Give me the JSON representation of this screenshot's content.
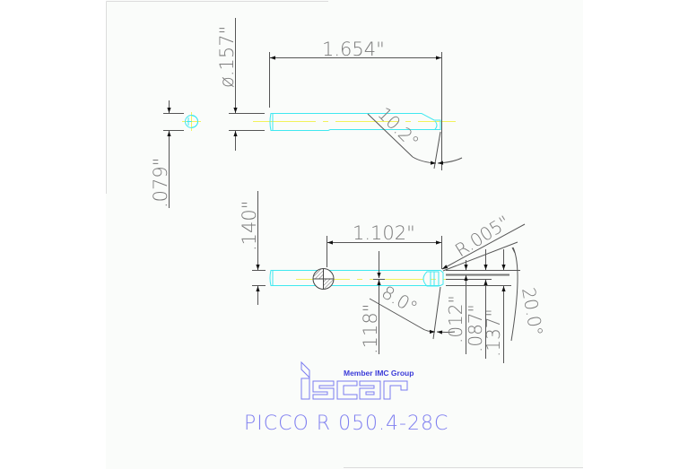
{
  "drawing": {
    "top_view": {
      "diameter_label": "ø.157\"",
      "length_label": "1.654\"",
      "angle_label": "10.2°"
    },
    "end_view": {
      "diameter_label": ".079\""
    },
    "bottom_view": {
      "height_label": ".140\"",
      "length_label": "1.102\"",
      "offset_label": ".118\"",
      "angle_label": "8.0°",
      "radius_label": "R.005\"",
      "dim_012_label": ".012\"",
      "dim_087_label": ".087\"",
      "dim_137_label": ".137\"",
      "clearance_angle_label": "20.0°"
    }
  },
  "brand": {
    "tagline": "Member IMC Group",
    "logo_name": "iscar-logo"
  },
  "model_name": "PICCO R 050.4-28C",
  "colors": {
    "tool_outline": "#3fe8f0",
    "centerline": "#f2f25a",
    "dimension": "#555555",
    "dimension_text": "#7a7a7a",
    "logo": "#7b7bf0",
    "tagline": "#3b3bd8",
    "background": "#fafcfa"
  }
}
